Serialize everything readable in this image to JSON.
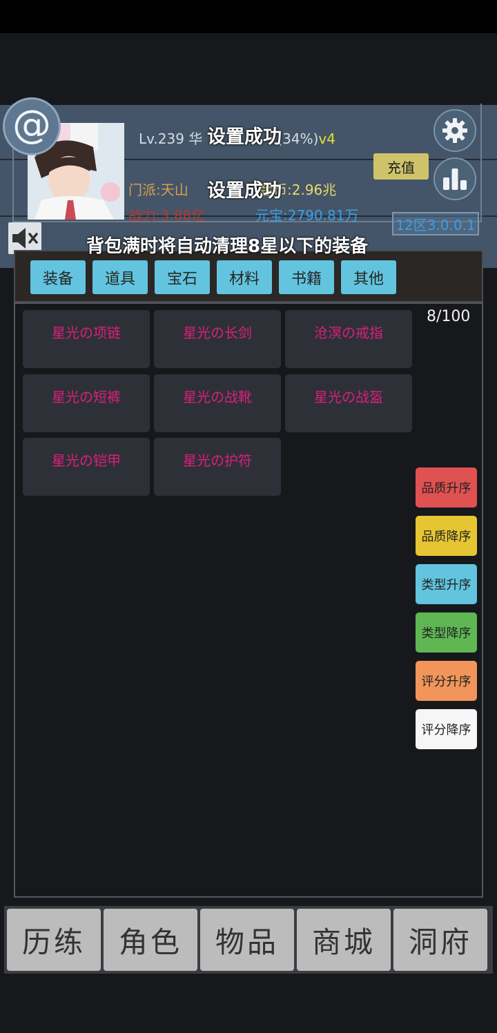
{
  "header": {
    "level_prefix": "Lv.239 华",
    "level_suffix": "(34%)",
    "vip": "v4",
    "sect": "门派:天山",
    "gold": "金币:2.96兆",
    "power": "战力:3.88亿",
    "yuanbao": "元宝:2790.81万",
    "recharge_label": "充值",
    "server": "12区3.0.0.1",
    "at_symbol": "@"
  },
  "toasts": [
    "设置成功",
    "设置成功",
    "背包满时将自动清理8星以下的装备"
  ],
  "tabs": [
    "装备",
    "道具",
    "宝石",
    "材料",
    "书籍",
    "其他"
  ],
  "inventory": {
    "capacity": "8/100",
    "items": [
      "星光の项链",
      "星光の长剑",
      "沧溟の戒指",
      "星光の短裤",
      "星光の战靴",
      "星光の战盔",
      "星光の铠甲",
      "星光の护符"
    ]
  },
  "sort_buttons": [
    {
      "label": "品质升序",
      "color": "#e05151"
    },
    {
      "label": "品质降序",
      "color": "#e6c532"
    },
    {
      "label": "类型升序",
      "color": "#62c4de"
    },
    {
      "label": "类型降序",
      "color": "#5fb754"
    },
    {
      "label": "评分升序",
      "color": "#f1955a"
    },
    {
      "label": "评分降序",
      "color": "#f6f6f6"
    }
  ],
  "nav": [
    "历练",
    "角色",
    "物品",
    "商城",
    "洞府"
  ],
  "icons": [
    "at-icon",
    "gear-icon",
    "bar-chart-icon",
    "mute-icon"
  ]
}
